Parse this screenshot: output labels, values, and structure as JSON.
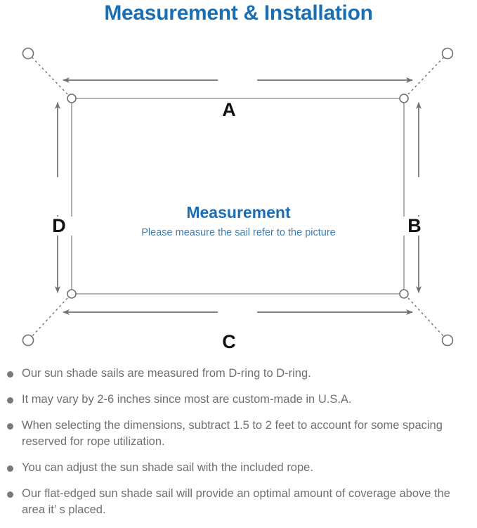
{
  "title": "Measurement & Installation",
  "diagram": {
    "center_title": "Measurement",
    "center_subtitle": "Please measure the sail refer to the picture",
    "dimension_labels": {
      "top": "A",
      "right": "B",
      "bottom": "C",
      "left": "D"
    },
    "colors": {
      "title_blue": "#1a6fb4",
      "subtitle_blue": "#3f7eb0",
      "line_gray": "#6f7173",
      "sail_edge_gray": "#9b9da0",
      "body_text_gray": "#6e6f71"
    },
    "anchor_count": 4,
    "dring_count": 4
  },
  "bullets": [
    "Our sun shade sails are measured from D-ring to D-ring.",
    "It may vary by 2-6 inches since most are custom-made in U.S.A.",
    "When selecting the dimensions, subtract 1.5 to 2 feet to account for some spacing reserved for rope utilization.",
    "You can adjust the sun shade sail with the included rope.",
    "Our flat-edged sun shade sail will provide an optimal amount of coverage above the area it’ s placed."
  ]
}
